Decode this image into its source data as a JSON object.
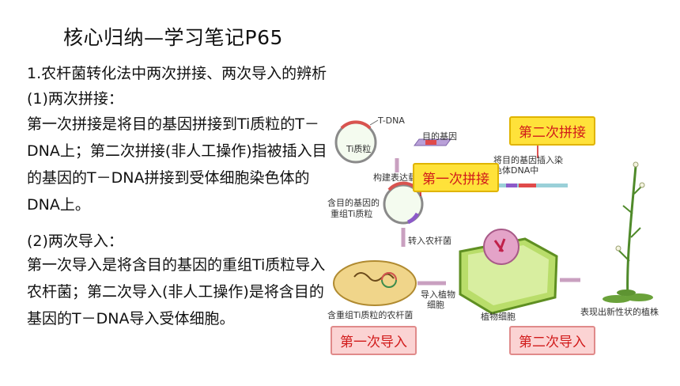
{
  "title": "核心归纳—学习笔记P65",
  "heading": "1.农杆菌转化法中两次拼接、两次导入的辨析",
  "section1": {
    "title": "(1)两次拼接：",
    "text": "第一次拼接是将目的基因拼接到Ti质粒的T－DNA上；第二次拼接(非人工操作)指被插入目的基因的T－DNA拼接到受体细胞染色体的DNA上。"
  },
  "section2": {
    "title": "(2)两次导入：",
    "text": "第一次导入是将含目的基因的重组Ti质粒导入农杆菌；第二次导入(非人工操作)是将含目的基因的T－DNA导入受体细胞。"
  },
  "figure": {
    "labels": {
      "tdna": "T-DNA",
      "ti_plasmid": "Ti质粒",
      "target_gene": "目的基因",
      "construct_vector": "构建表达载体",
      "insert_chromosome": "将目的基因插入染色体DNA中",
      "recombinant_ti_1": "含目的基因的",
      "recombinant_ti_2": "重组Ti质粒",
      "transfer_agro": "转入农杆菌",
      "agro_with_plasmid": "含重组Ti质粒的农杆菌",
      "import_plant_1": "导入植物",
      "import_plant_2": "细胞",
      "plant_cell": "植物细胞",
      "new_trait_plant": "表现出新性状的植株"
    },
    "callouts": {
      "second_splice": "第二次拼接",
      "first_splice": "第一次拼接",
      "first_import": "第一次导入",
      "second_import": "第二次导入"
    }
  }
}
